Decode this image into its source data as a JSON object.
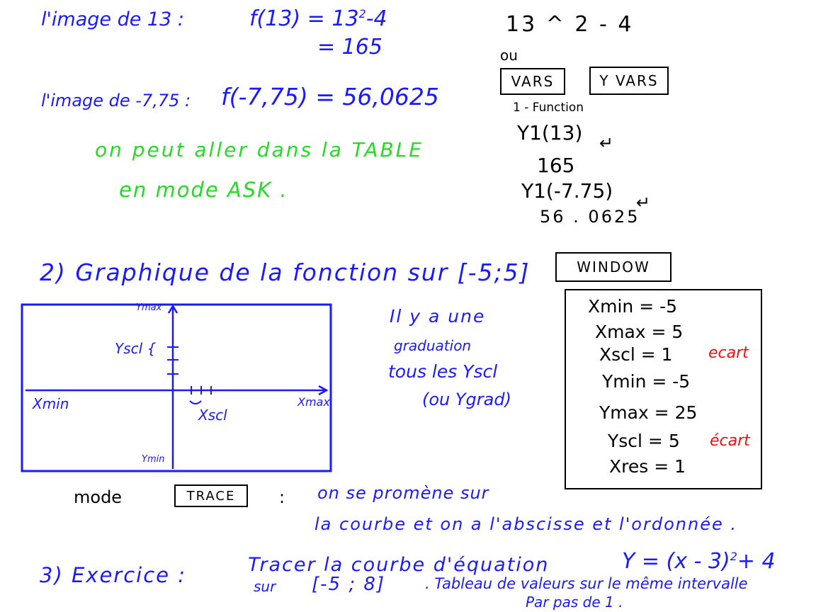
{
  "part1": {
    "label_img13": "l'image de 13 :",
    "f13_line1": "f(13) = 13",
    "f13_exp": "2",
    "f13_line1_tail": "-4",
    "f13_line2": "= 165",
    "label_img775": "l'image de -7,75 :",
    "f775": "f(-7,75) = 56,0625",
    "table_note_1": "on peut aller dans la TABLE",
    "table_note_2": "en mode ASK ."
  },
  "calc": {
    "expr": "13 ^ 2 - 4",
    "ou": "ou",
    "vars_key": "VARS",
    "yvars_key": "Y VARS",
    "function_item": "1 - Function",
    "y1_13": "Y1(13)",
    "enter1": "↵",
    "result_165": "165",
    "y1_775": "Y1(-7.75)",
    "enter2": "↵",
    "result_56": "56 . 0625"
  },
  "part2": {
    "heading": "2)   Graphique de la fonction sur [-5;5]",
    "window_key": "WINDOW",
    "axis_ymax": "Ymax",
    "axis_yscl": "Yscl {",
    "axis_xmin": "Xmin",
    "axis_xmax": "Xmax",
    "axis_xscl": "Xscl",
    "axis_ymin": "Ymin",
    "grad_note_1": "Il y a une",
    "grad_note_2": "graduation",
    "grad_note_3": "tous les Yscl",
    "grad_note_4": "(ou Ygrad)",
    "win_xmin": "Xmin = -5",
    "win_xmax": "Xmax = 5",
    "win_xscl": "Xscl = 1",
    "ecart_1": "ecart",
    "win_ymin": "Ymin = -5",
    "win_ymax": "Ymax = 25",
    "win_yscl": "Yscl = 5",
    "ecart_2": "écart",
    "win_xres": "Xres = 1"
  },
  "trace": {
    "mode_label": "mode",
    "trace_key": "TRACE",
    "colon": ":",
    "desc_1": "on se promène sur",
    "desc_2": "la courbe et on a l'abscisse et l'ordonnée ."
  },
  "part3": {
    "label": "3)   Exercice :",
    "line1": "Tracer la courbe d'équation",
    "equation": "Y = (x - 3)",
    "eq_exp": "2",
    "eq_tail": "+ 4",
    "line2_a": "sur",
    "interval": "[-5 ; 8]",
    "line2_b": ". Tableau de valeurs sur le même intervalle",
    "line3": "Par pas de 1 ."
  }
}
